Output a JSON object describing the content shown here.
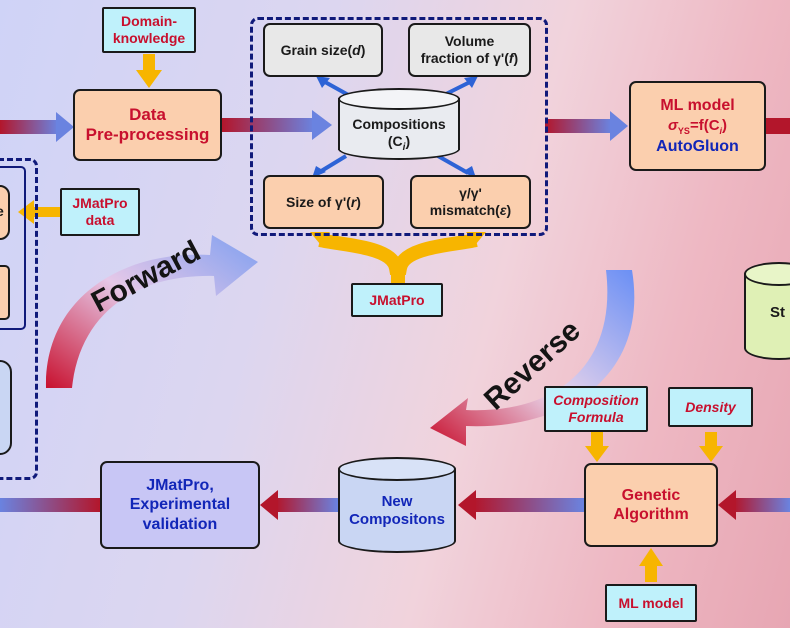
{
  "labels": {
    "domain_knowledge": "Domain-\nknowledge",
    "data_preprocessing": "Data\nPre-processing",
    "grain_size": "Grain size(",
    "grain_size_var": "d",
    "volume_fraction_1": "Volume",
    "volume_fraction_2": "fraction of γ'(",
    "volume_fraction_var": "f",
    "compositions_1": "Compositions",
    "compositions_2": "(C",
    "compositions_sub": "i",
    "size_gamma": "Size of γ'(",
    "size_gamma_var": "r",
    "mismatch_1": "γ/γ'",
    "mismatch_2": "mismatch(",
    "mismatch_var": "ε",
    "jmatpro_data": "JMatPro\ndata",
    "jmatpro_bottom": "JMatPro",
    "ml_model_title": "ML model",
    "ml_model_formula_sigma": "σ",
    "ml_model_formula_sub": "YS",
    "ml_model_formula_rest": "=f(C",
    "ml_model_formula_i": "i",
    "ml_model_formula_close": ")",
    "autogluon": "AutoGluon",
    "st_partial": "St",
    "forward": "Forward",
    "reverse": "Reverse",
    "composition_formula": "Composition\nFormula",
    "density": "Density",
    "genetic_algorithm": "Genetic\nAlgorithm",
    "ml_model_bottom": "ML model",
    "new_compositions": "New\nCompositons",
    "jmatpro_validation": "JMatPro,\nExperimental\nvalidation",
    "left_partial_e": "e"
  },
  "colors": {
    "red_text": "#c8102e",
    "blue_text": "#1226b8",
    "peach": "#fbcfae",
    "cyan": "#bff1fb",
    "grey": "#e8e8e8",
    "lavender": "#c8c6f5",
    "cylinder": "#c9d6f3",
    "cylinder_green": "#dff0b5",
    "dash_border": "#101a7a",
    "yellow_arrow": "#f7b500"
  }
}
